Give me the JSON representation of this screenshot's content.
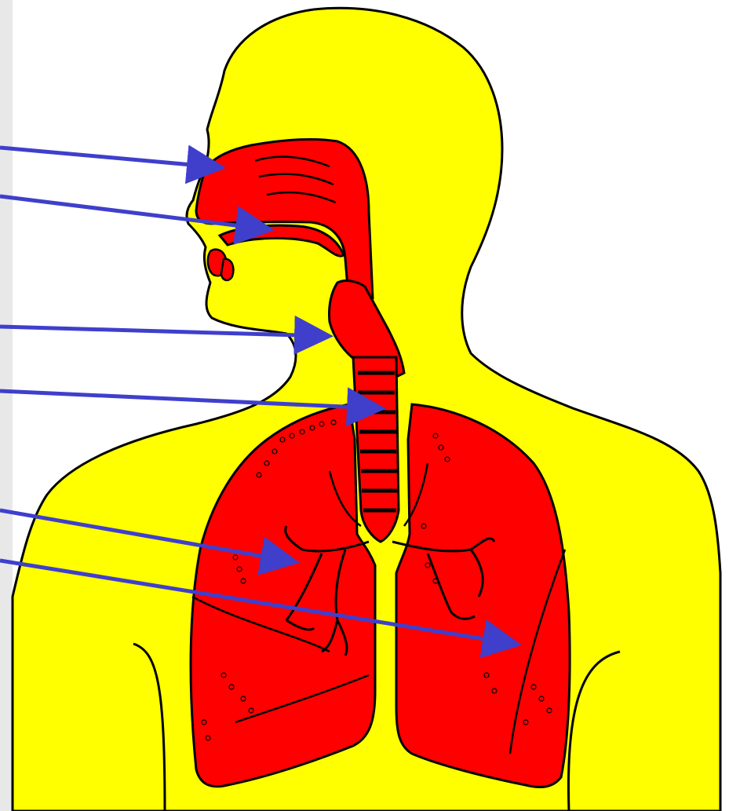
{
  "diagram": {
    "colors": {
      "body_fill": "#ffff00",
      "organ_fill": "#ff0000",
      "outline": "#000000",
      "arrow": "#3f3fcc",
      "background": "#ffffff",
      "left_strip": "#e8e8e8"
    },
    "pointers": [
      {
        "target": "nasal-cavity"
      },
      {
        "target": "oral-cavity"
      },
      {
        "target": "larynx"
      },
      {
        "target": "trachea"
      },
      {
        "target": "bronchus"
      },
      {
        "target": "lung"
      }
    ]
  }
}
